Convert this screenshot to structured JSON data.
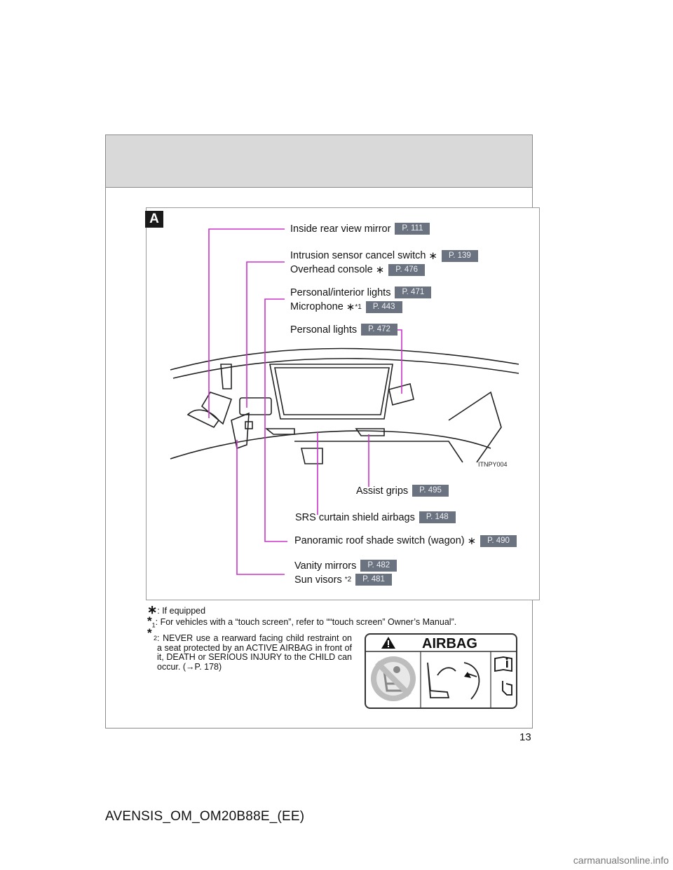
{
  "figure": {
    "letter": "A",
    "image_code": "ITNPY004"
  },
  "callouts": {
    "inside_mirror": {
      "label": "Inside rear view mirror",
      "page": "P. 111"
    },
    "intrusion": {
      "label": "Intrusion sensor cancel switch",
      "mark": "∗",
      "page": "P. 139"
    },
    "overhead": {
      "label": "Overhead console",
      "mark": "∗",
      "page": "P. 476"
    },
    "personal_interior": {
      "label": "Personal/interior lights",
      "page": "P. 471"
    },
    "microphone": {
      "label": "Microphone",
      "mark": "∗",
      "sup_mark": "*",
      "sup_num": "1",
      "page": "P. 443"
    },
    "personal_lights": {
      "label": "Personal lights",
      "page": "P. 472"
    },
    "assist_grips": {
      "label": "Assist grips",
      "page": "P. 495"
    },
    "srs": {
      "label": "SRS curtain shield airbags",
      "page": "P. 148"
    },
    "panoramic": {
      "label": "Panoramic roof shade switch (wagon)",
      "mark": "∗",
      "page": "P. 490"
    },
    "vanity": {
      "label": "Vanity mirrors",
      "page": "P. 482"
    },
    "sun_visors": {
      "label": "Sun visors",
      "sup_mark": "*",
      "sup_num": "2",
      "page": "P. 481"
    }
  },
  "notes": {
    "equipped": {
      "mark": "∗",
      "text": ":  If equipped"
    },
    "note1": {
      "mark": "*",
      "num": "1",
      "text": ": For vehicles with a “touch screen”, refer to ““touch screen” Owner’s Manual”."
    },
    "note2": {
      "mark": "*",
      "num": "2",
      "text": ": NEVER use a rearward facing child restraint on a seat protected by an ACTIVE AIRBAG in front of it, DEATH or SERIOUS INJURY to the CHILD can occur. (→P. 178)"
    }
  },
  "airbag_label": {
    "title": "AIRBAG"
  },
  "page_number": "13",
  "footer_code": "AVENSIS_OM_OM20B88E_(EE)",
  "watermark": "carmanualsonline.info",
  "colors": {
    "callout_line": "#cc33cc",
    "page_badge": "#6b7280",
    "header_band": "#d9d9d9"
  }
}
